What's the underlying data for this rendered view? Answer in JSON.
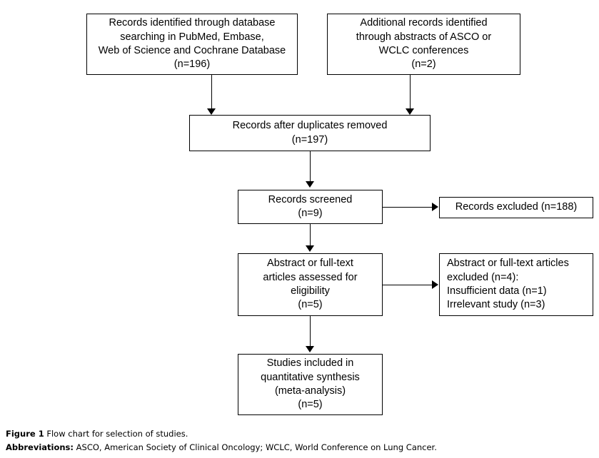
{
  "figure": {
    "type": "prisma-flow-chart",
    "caption_line1_lead": "Figure 1",
    "caption_line1_text": " Flow chart for selection of studies.",
    "caption_line2_lead": "Abbreviations:",
    "caption_line2_text": " ASCO, American Society of Clinical Oncology; WCLC, World Conference on Lung Cancer."
  },
  "nodes": {
    "database_search": {
      "label": "Records identified through database\nsearching in PubMed, Embase,\nWeb of Science and Cochrane Database\n(n=196)",
      "n": 196
    },
    "additional_records": {
      "label": "Additional records identified\nthrough abstracts of ASCO or\nWCLC conferences\n(n=2)",
      "n": 2
    },
    "duplicates_removed": {
      "label": "Records after duplicates removed\n(n=197)",
      "n": 197
    },
    "records_screened": {
      "label": "Records screened\n(n=9)",
      "n": 9
    },
    "records_excluded": {
      "label": "Records excluded (n=188)",
      "n": 188
    },
    "fulltext_assessed": {
      "label": "Abstract or full-text\narticles assessed for\neligibility\n(n=5)",
      "n": 5
    },
    "fulltext_excluded": {
      "label": "Abstract or full-text articles\nexcluded (n=4):\nInsufficient data (n=1)\nIrrelevant study (n=3)",
      "n": 4
    },
    "studies_included": {
      "label": "Studies included in\nquantitative synthesis\n(meta-analysis)\n(n=5)",
      "n": 5
    }
  },
  "colors": {
    "stroke": "#000000",
    "fill": "#ffffff",
    "text": "#000000"
  }
}
